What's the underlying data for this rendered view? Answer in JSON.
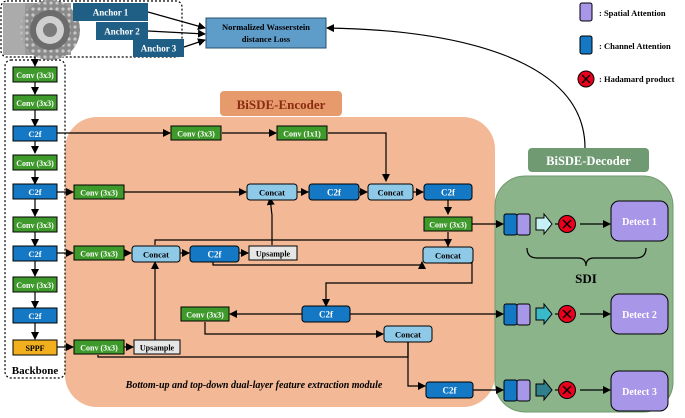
{
  "anchors": [
    "Anchor 1",
    "Anchor 2",
    "Anchor 3"
  ],
  "loss_box": [
    "Normalized Wasserstein",
    "distance Loss"
  ],
  "legend": {
    "spatial": ": Spatial Attention",
    "channel": ": Channel Attention",
    "hadamard": ": Hadamard product"
  },
  "backbone": {
    "title": "Backbone",
    "blocks": [
      "Conv (3x3)",
      "Conv (3x3)",
      "C2f",
      "Conv (3x3)",
      "C2f",
      "Conv (3x3)",
      "C2f",
      "Conv (3x3)",
      "C2f",
      "SPPF"
    ]
  },
  "encoder": {
    "title": "BiSDE-Encoder",
    "caption": "Bottom-up and top-down dual-layer feature extraction module",
    "labels": {
      "conv3": "Conv (3x3)",
      "conv1": "Conv (1x1)",
      "c2f": "C2f",
      "concat": "Concat",
      "upsample": "Upsample"
    }
  },
  "decoder": {
    "title": "BiSDE-Decoder",
    "sdi": "SDI",
    "heads": [
      "Detect 1",
      "Detect 2",
      "Detect 3"
    ]
  },
  "colors": {
    "green": "#3f9a2c",
    "blue": "#1478c4",
    "light_blue": "#8ec9e8",
    "orange_bg": "#f3b896",
    "green_bg": "#8cb48a",
    "purple": "#a896e8",
    "sppf": "#f2b01e",
    "anchor": "#1f5f86",
    "loss": "#5e9cc9"
  }
}
